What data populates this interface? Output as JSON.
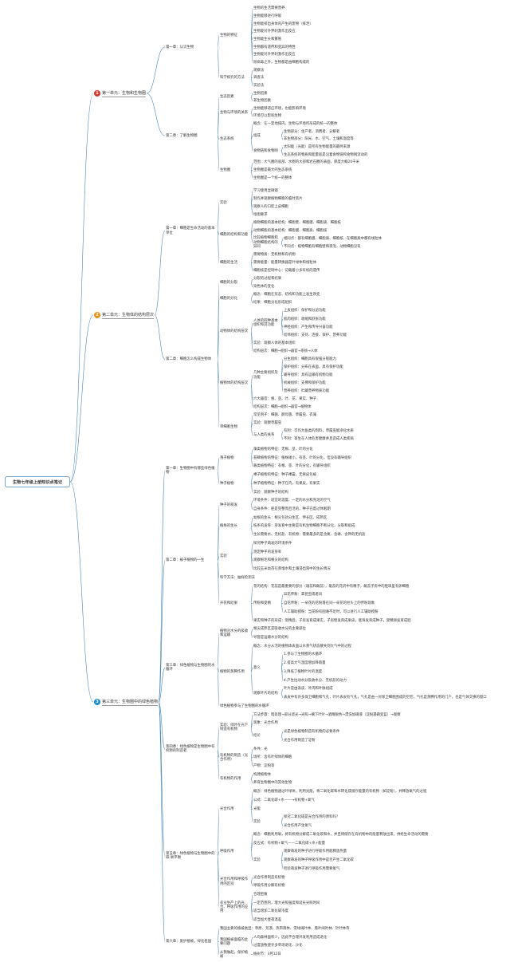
{
  "root_label": "生物七年级上册知识点笔记",
  "colors": {
    "unit1_badge": "#d23b2f",
    "unit2_badge": "#e6951f",
    "unit3_badge": "#1e8fd0",
    "link": "#4b87b6"
  },
  "units": [
    {
      "index": "1",
      "label": "第一单元：生物和生物圈",
      "chapters": [
        {
          "label": "第一章：认识生物",
          "children": [
            {
              "label": "生物的特征",
              "children": [
                {
                  "label": "生物的生活需要营养"
                },
                {
                  "label": "生物能够进行呼吸"
                },
                {
                  "label": "生物能排出身体内产生的废物（排泄）"
                },
                {
                  "label": "生物能对外界刺激作出反应"
                },
                {
                  "label": "生物能生长和繁殖"
                },
                {
                  "label": "生物都有遗传和变异的特性"
                },
                {
                  "label": "生物能对外界刺激作出反应"
                },
                {
                  "label": "除病毒之外，生物都是由细胞构成的"
                }
              ]
            },
            {
              "label": "科学探究的方法",
              "children": [
                {
                  "label": "观察法"
                },
                {
                  "label": "调查法"
                },
                {
                  "label": "实验法"
                }
              ]
            }
          ]
        },
        {
          "label": "第二章：了解生物圈",
          "children": [
            {
              "label": "生态因素",
              "children": [
                {
                  "label": "生物因素"
                },
                {
                  "label": "非生物因素"
                }
              ]
            },
            {
              "label": "生物与环境的关系",
              "children": [
                {
                  "label": "生物能够适应环境，也能影响环境"
                },
                {
                  "label": "环境可以影响生物"
                }
              ]
            },
            {
              "label": "生态系统",
              "children": [
                {
                  "label": "概念：在一定地域内，生物与环境所形成的统一的整体"
                },
                {
                  "label": "组成",
                  "children": [
                    {
                      "label": "生物部分：生产者、消费者、分解者"
                    },
                    {
                      "label": "非生物部分：阳光、水、空气、土壤和温度等"
                    }
                  ]
                },
                {
                  "label": "食物链和食物网",
                  "children": [
                    {
                      "label": "太阳能（光能）是所有生物能量的最终来源"
                    },
                    {
                      "label": "生态系统的物质和能量就是沿着食物链和食物网流动的"
                    }
                  ]
                }
              ]
            },
            {
              "label": "生物圈",
              "children": [
                {
                  "label": "范围：大气圈的底部、水圈的大部和岩石圈的表面，厚度大概20千米"
                },
                {
                  "label": "生物圈是最大的生态系统"
                },
                {
                  "label": "生物圈是一个统一的整体"
                }
              ]
            }
          ]
        }
      ]
    },
    {
      "index": "2",
      "label": "第二单元：生物体的结构层次",
      "chapters": [
        {
          "label": "第一章：细胞是生命活动的基本单位",
          "children": [
            {
              "label": "实验",
              "children": [
                {
                  "label": "学习使用显微镜"
                },
                {
                  "label": "制作并观察植物细胞的临时装片"
                },
                {
                  "label": "观察人的口腔上皮细胞"
                },
                {
                  "label": "绘图要求"
                }
              ]
            },
            {
              "label": "细胞的结构和功能",
              "children": [
                {
                  "label": "植物细胞的基本结构：细胞壁、细胞膜、细胞质、细胞核"
                },
                {
                  "label": "动物细胞的基本结构：细胞膜、细胞质、细胞核"
                },
                {
                  "label": "比较植物细胞和动物细胞结构的异同",
                  "children": [
                    {
                      "label": "相同点：都有细胞膜、细胞质、细胞核、在细胞质中都有线粒体"
                    },
                    {
                      "label": "不同点：植物细胞有细胞壁和液泡，动物细胞没有"
                    }
                  ]
                }
              ]
            },
            {
              "label": "细胞的生活",
              "children": [
                {
                  "label": "需要物质：无机物和有机物"
                },
                {
                  "label": "需要能量：能量转换器是叶绿体和线粒体"
                },
                {
                  "label": "细胞核是控制中心：记载着小多有机的遗传"
                }
              ]
            }
          ]
        },
        {
          "label": "第二章：细胞怎么构成生物体",
          "children": [
            {
              "label": "细胞的分裂",
              "children": [
                {
                  "label": "分裂的过程和结果"
                },
                {
                  "label": "染色体的变化"
                }
              ]
            },
            {
              "label": "细胞的分化",
              "children": [
                {
                  "label": "概念：细胞在形态、结构和功能上发生改变"
                },
                {
                  "label": "结果：细胞分化形成组织"
                }
              ]
            },
            {
              "label": "动物体的结构层次",
              "children": [
                {
                  "label": "人体的四种基本组织和其功能",
                  "children": [
                    {
                      "label": "上皮组织：保护和分泌功能"
                    },
                    {
                      "label": "肌肉组织：收缩和舒张功能"
                    },
                    {
                      "label": "神经组织：产生和传导兴奋功能"
                    },
                    {
                      "label": "结缔组织：支持、连接、保护、营养功能"
                    }
                  ]
                },
                {
                  "label": "实验：观察人体的基本组织"
                },
                {
                  "label": "结构层次：细胞→组织→器官→系统→人体"
                }
              ]
            },
            {
              "label": "植物体的结构层次",
              "children": [
                {
                  "label": "几种主要组织及功能",
                  "children": [
                    {
                      "label": "分生组织：细胞具有很强分裂能力"
                    },
                    {
                      "label": "保护组织：分布在表面，具有保护功能"
                    },
                    {
                      "label": "输导组织：具有运输有机物功能"
                    },
                    {
                      "label": "机械组织：支撑和保护功能"
                    },
                    {
                      "label": "营养组织：贮藏营养物质功能"
                    }
                  ]
                },
                {
                  "label": "六大器官：根、茎、叶、花、果实、种子"
                },
                {
                  "label": "结构层次：细胞→组织→器官→植物体"
                }
              ]
            },
            {
              "label": "单细胞生物",
              "children": [
                {
                  "label": "常见例子：细菌、酵母菌、草履虫、衣藻"
                },
                {
                  "label": "实验：观察草履虫"
                },
                {
                  "label": "与人类的关系",
                  "children": [
                    {
                      "label": "有利：可作为鱼类的饵料，草履虫能净化水质"
                    },
                    {
                      "label": "不利：寄生在人体危害健康并且造成人类疾病"
                    }
                  ]
                }
              ]
            }
          ]
        }
      ]
    },
    {
      "index": "3",
      "label": "第三单元：生物圈中的绿色植物",
      "chapters": [
        {
          "label": "第一章：生物圈中有哪些绿色植物",
          "children": [
            {
              "label": "孢子植物",
              "children": [
                {
                  "label": "藻类植物的特征：无根、茎、叶的分化"
                },
                {
                  "label": "苔藓植物的特征：植株矮小，有茎、叶的分化，但没有输导组织"
                },
                {
                  "label": "蕨类植物特征：有根、茎、叶的分化，有输导组织"
                }
              ]
            },
            {
              "label": "种子植物",
              "children": [
                {
                  "label": "裸子植物的特征：种子裸露，无果皮包被"
                },
                {
                  "label": "种子植物特征：种子在内，有果皮，有果实"
                },
                {
                  "label": "实验：观察种子的结构"
                }
              ]
            }
          ]
        },
        {
          "label": "第二章：被子植物的一生",
          "children": [
            {
              "label": "种子的萌发",
              "children": [
                {
                  "label": "环境条件：适宜的温度、一定的水分和充足的空气"
                },
                {
                  "label": "自身条件：胚是完整而且活的，种子已度过休眠期"
                }
              ]
            },
            {
              "label": "植株的生长",
              "children": [
                {
                  "label": "幼根的生长：根尖包括分生区、伸长区、成熟区"
                },
                {
                  "label": "枝条的发育：芽发育中主要是有机生物细胞不断分化，分裂和组成"
                },
                {
                  "label": "生长需要水、无机盐、有机物：需要最多的是含氮、含磷、含钾的无机盐"
                }
              ]
            },
            {
              "label": "实验",
              "children": [
                {
                  "label": "探究种子萌发的环境条件"
                },
                {
                  "label": "测定种子的发芽率"
                },
                {
                  "label": "观察根毛和根尖的结构"
                },
                {
                  "label": "比较玉米幼苗在蒸馏水和土壤浸出液中的生长情况"
                }
              ]
            },
            {
              "label": "科学方法：抽样检测法"
            },
            {
              "label": "开花和结果",
              "children": [
                {
                  "label": "花的结构：花蕊是最重要的部分（雄蕊和雌蕊），雄蕊的花药中有精子，雌蕊子房中的胚珠里有卵细胞"
                },
                {
                  "label": "传粉和受精",
                  "children": [
                    {
                      "label": "异花传粉：靠昆虫或者风"
                    },
                    {
                      "label": "自花传粉：一朵花的花粉落在同一朵花的柱头上的传粉现象"
                    },
                    {
                      "label": "人工辅助授粉：当花粉有困难不足时，可以进行人工辅助授粉"
                    }
                  ]
                },
                {
                  "label": "果实和种子的形成：受精后，子房发育成果实，子房壁发育成果皮，胚珠发育成种子，受精卵发育成胚"
                }
              ]
            }
          ]
        },
        {
          "label": "第三章：绿色植物与生物圈的水循环",
          "children": [
            {
              "label": "植物对水分的吸收和运输",
              "children": [
                {
                  "label": "根尖成熟区是吸收水分的主要部位"
                },
                {
                  "label": "导管是运输水分的结构"
                }
              ]
            },
            {
              "label": "植物的蒸腾作用",
              "children": [
                {
                  "label": "概念：水分从活的植物体表面以水蒸气状态散失到大气中的过程"
                },
                {
                  "label": "意义",
                  "children": [
                    {
                      "label": "1.参与了生物圈的水循环"
                    },
                    {
                      "label": "2.提高大气湿度增加降雨量"
                    },
                    {
                      "label": "3.降低了植物叶片的温度"
                    },
                    {
                      "label": "4.产生拉动水分吸收水分、无机盐的动力"
                    }
                  ]
                },
                {
                  "label": "观察叶片的结构",
                  "children": [
                    {
                      "label": "叶片是由表皮、叶肉和叶脉组成"
                    },
                    {
                      "label": "表皮中有许多保卫细胞和气孔，叶片表皮有气孔，气孔是由一对保卫细胞围成的空腔，气孔是蒸腾作用的门户，也是气体交换的窗口"
                    }
                  ]
                }
              ]
            },
            {
              "label": "绿色植物参与了生物圈的水循环"
            }
          ]
        },
        {
          "label": "第四章：绿色植物是生物圈中有机物的制造者",
          "children": [
            {
              "label": "实验：绿叶在光下制造有机物",
              "children": [
                {
                  "label": "方法步骤：暗处理→部分遮光→光照→摘下叶片→酒精脱色→漂洗加碘液（淀粉遇碘变蓝）→观察"
                },
                {
                  "label": "现象：光合作用"
                },
                {
                  "label": "结论",
                  "children": [
                    {
                      "label": "光是绿色植物制造有机物的必要条件"
                    },
                    {
                      "label": "光合作用制造了淀粉"
                    }
                  ]
                }
              ]
            },
            {
              "label": "有机物的制造（光合作用）",
              "children": [
                {
                  "label": "条件：光"
                },
                {
                  "label": "场所：含有叶绿体的细胞"
                },
                {
                  "label": "产物：淀粉等"
                }
              ]
            },
            {
              "label": "有机物的作用",
              "children": [
                {
                  "label": "构建植物体"
                },
                {
                  "label": "养育生物圈中的其他生物"
                }
              ]
            }
          ]
        },
        {
          "label": "第五章：绿色植物与生物圈中的碳-氧平衡",
          "children": [
            {
              "label": "光合作用",
              "children": [
                {
                  "label": "概念：绿色植物通过叶绿体，利用光能，将二氧化碳和水转化成储存能量的有机物（如淀粉），并释放氧气的过程"
                },
                {
                  "label": "公式：二氧化碳+水——→有机物+氧气"
                },
                {
                  "label": "光能"
                },
                {
                  "label": "实验",
                  "children": [
                    {
                      "label": "探究二氧化碳是光合作用的原料吗？"
                    },
                    {
                      "label": "光合作用产生氧气"
                    }
                  ]
                }
              ]
            },
            {
              "label": "呼吸作用",
              "children": [
                {
                  "label": "概念：细胞利用氧，将有机物分解成二氧化碳和水，并且将储存在有机物中的能量释放出来，供给生命活动的需要"
                },
                {
                  "label": "反应式：有机物+氧气——二氧化碳+水+能量"
                },
                {
                  "label": "实验",
                  "children": [
                    {
                      "label": "观察萌发的种子进行呼吸作用能释放热量"
                    },
                    {
                      "label": "观察萌发的种子呼吸作用中是否产生二氧化碳"
                    },
                    {
                      "label": "检验萌发种子进行呼吸作用需要氧气"
                    }
                  ]
                }
              ]
            },
            {
              "label": "光合作用和呼吸作用的区别",
              "children": [
                {
                  "label": "光合作用制造有机物"
                },
                {
                  "label": "呼吸作用分解有机物"
                }
              ]
            },
            {
              "label": "农业生产上的光合、呼吸作用的应用",
              "children": [
                {
                  "label": "合理密植"
                },
                {
                  "label": "一定范围内，增大光照强度和延长光照时间"
                },
                {
                  "label": "适当增加二氧化碳浓度"
                },
                {
                  "label": "适当加大昼夜温差"
                }
              ]
            }
          ]
        },
        {
          "label": "第六章：爱护植被，绿化祖国",
          "children": [
            {
              "label": "我国主要的植被类型：草原、荒漠、热带雨林、常绿阔叶林、落叶阔叶林、针叶林等"
            },
            {
              "label": "我国植被面临的主要问题",
              "children": [
                {
                  "label": "人均森林面积少，因此不合理开发利用造成退化"
                },
                {
                  "label": "过度放牧使许多草场退化、沙化"
                }
              ]
            },
            {
              "label": "从我做起，保护植被",
              "children": [
                {
                  "label": "植树节：3月12日"
                }
              ]
            }
          ]
        }
      ]
    }
  ]
}
